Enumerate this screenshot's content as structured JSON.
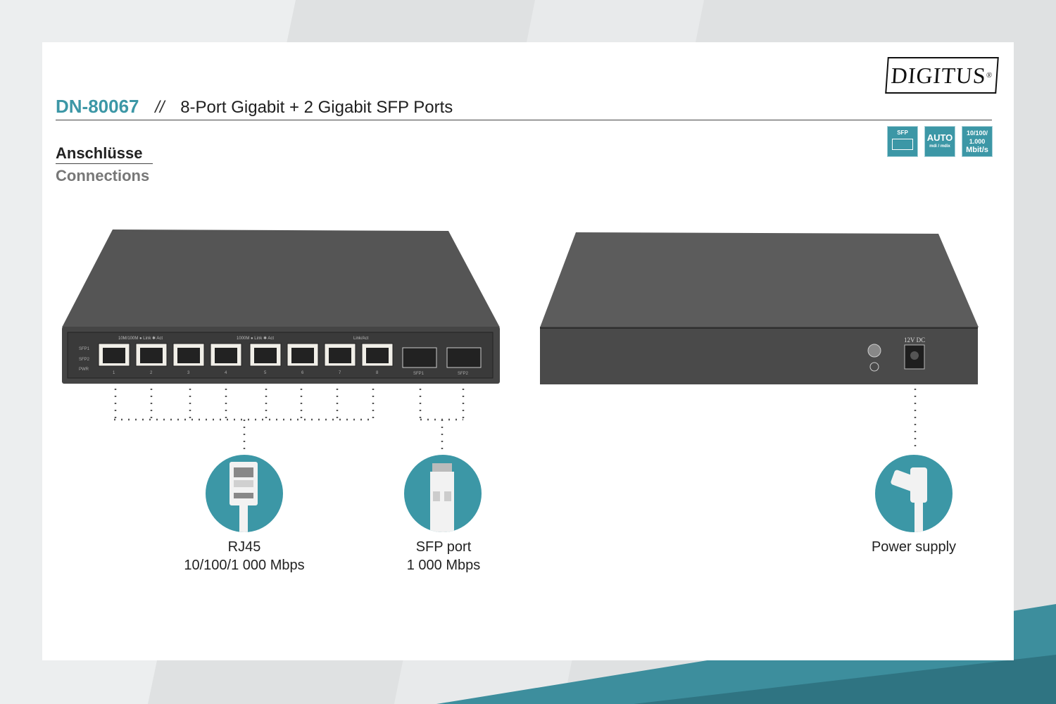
{
  "header": {
    "product_code": "DN-80067",
    "separator": "//",
    "product_title": "8-Port Gigabit + 2 Gigabit SFP Ports",
    "brand": "DIGITUS",
    "brand_mark": "®"
  },
  "section": {
    "title_de": "Anschlüsse",
    "title_en": "Connections"
  },
  "badges": [
    {
      "label": "SFP"
    },
    {
      "label": "AUTO",
      "sub": "mdi / mdix"
    },
    {
      "line1": "10/100/",
      "line2": "1.000",
      "line3": "Mbit/s"
    }
  ],
  "front_panel": {
    "legend_left": "10M/100M ● Link ✱ Act",
    "legend_mid": "1000M ● Link ✱ Act",
    "legend_right": "Link/Act",
    "leds": [
      "SFP1",
      "SFP2",
      "PWR"
    ],
    "port_numbers": [
      "1",
      "2",
      "3",
      "4",
      "5",
      "6",
      "7",
      "8"
    ],
    "sfp_labels": [
      "SFP1",
      "SFP2"
    ]
  },
  "rear_panel": {
    "dc_label": "12V DC"
  },
  "connectors": [
    {
      "name": "RJ45",
      "spec": "10/100/1 000 Mbps"
    },
    {
      "name": "SFP port",
      "spec": "1 000 Mbps"
    },
    {
      "name": "Power supply",
      "spec": ""
    }
  ],
  "colors": {
    "accent": "#3c97a6",
    "device": "#4a4a4a"
  }
}
